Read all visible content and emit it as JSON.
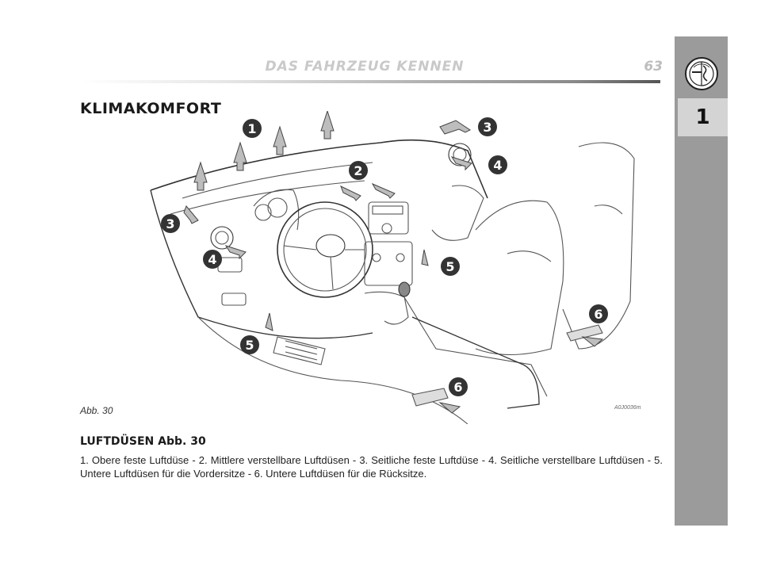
{
  "header": {
    "title": "DAS FAHRZEUG KENNEN",
    "page_number": "63"
  },
  "section": {
    "heading": "KLIMAKOMFORT"
  },
  "figure": {
    "label": "Abb. 30",
    "code": "A0J0036m",
    "callouts": [
      "1",
      "2",
      "3",
      "3",
      "4",
      "4",
      "5",
      "5",
      "6",
      "6"
    ]
  },
  "caption": {
    "title": "LUFTDÜSEN Abb. 30",
    "body": "1. Obere feste Luftdüse - 2. Mittlere verstellbare Luftdüsen - 3. Seitliche feste Luftdüse - 4. Seitliche verstellbare Luftdüsen - 5. Untere Luftdüsen für die Vordersitze - 6. Untere Luftdüsen für die Rücksitze."
  },
  "sidebar": {
    "chapter": "1",
    "logo_icon": "brand-logo-icon"
  },
  "colors": {
    "sidebar": "#9b9b9b",
    "tab": "#d4d4d4",
    "header_text": "#c9c9c9"
  }
}
